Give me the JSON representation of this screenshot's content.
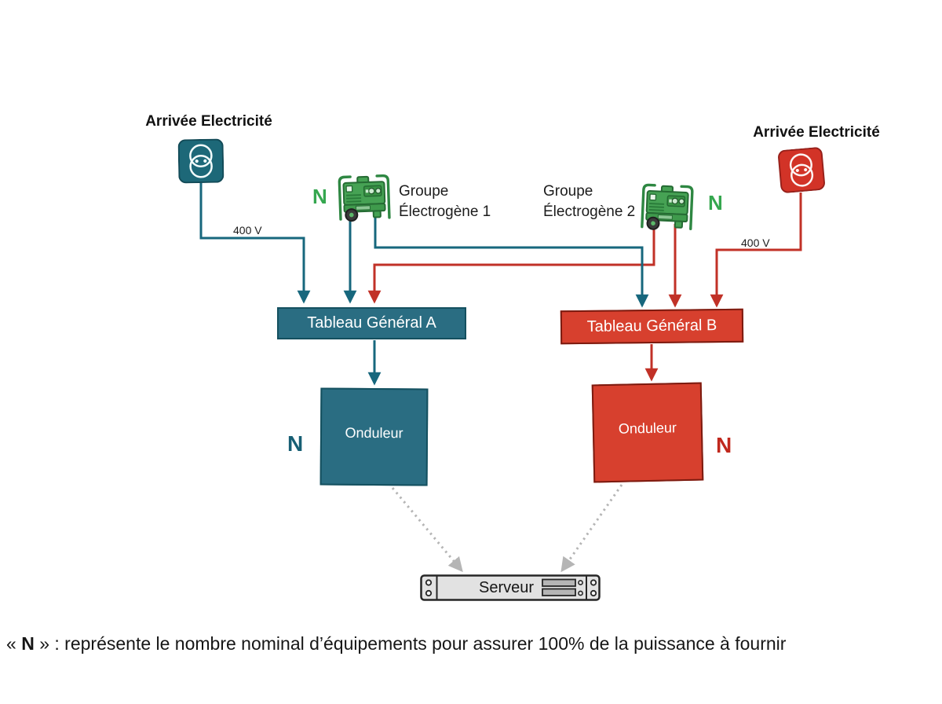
{
  "diagram": {
    "feed_left": {
      "label": "Arrivée Electricité",
      "voltage": "400 V"
    },
    "feed_right": {
      "label": "Arrivée Electricité",
      "voltage": "400 V"
    },
    "generator1": {
      "label": "Groupe\nÉlectrogène 1",
      "n": "N"
    },
    "generator2": {
      "label": "Groupe\nÉlectrogène 2",
      "n": "N"
    },
    "tableau_a": {
      "label": "Tableau Général A"
    },
    "tableau_b": {
      "label": "Tableau Général B"
    },
    "onduleur_a": {
      "label": "Onduleur",
      "n": "N"
    },
    "onduleur_b": {
      "label": "Onduleur",
      "n": "N"
    },
    "server": {
      "label": "Serveur"
    },
    "caption": {
      "open": "« ",
      "n": "N",
      "rest": " » : représente le nombre nominal d’équipements pour assurer 100% de la puissance à fournir"
    },
    "colors": {
      "teal_line": "#17677d",
      "teal_box": "#2a6d82",
      "teal_icon": "#1d6878",
      "red_line": "#c13127",
      "red_box": "#d7402e",
      "red_icon": "#d23327",
      "green": "#35a74f",
      "gray_dotted": "#b5b5b5"
    }
  }
}
